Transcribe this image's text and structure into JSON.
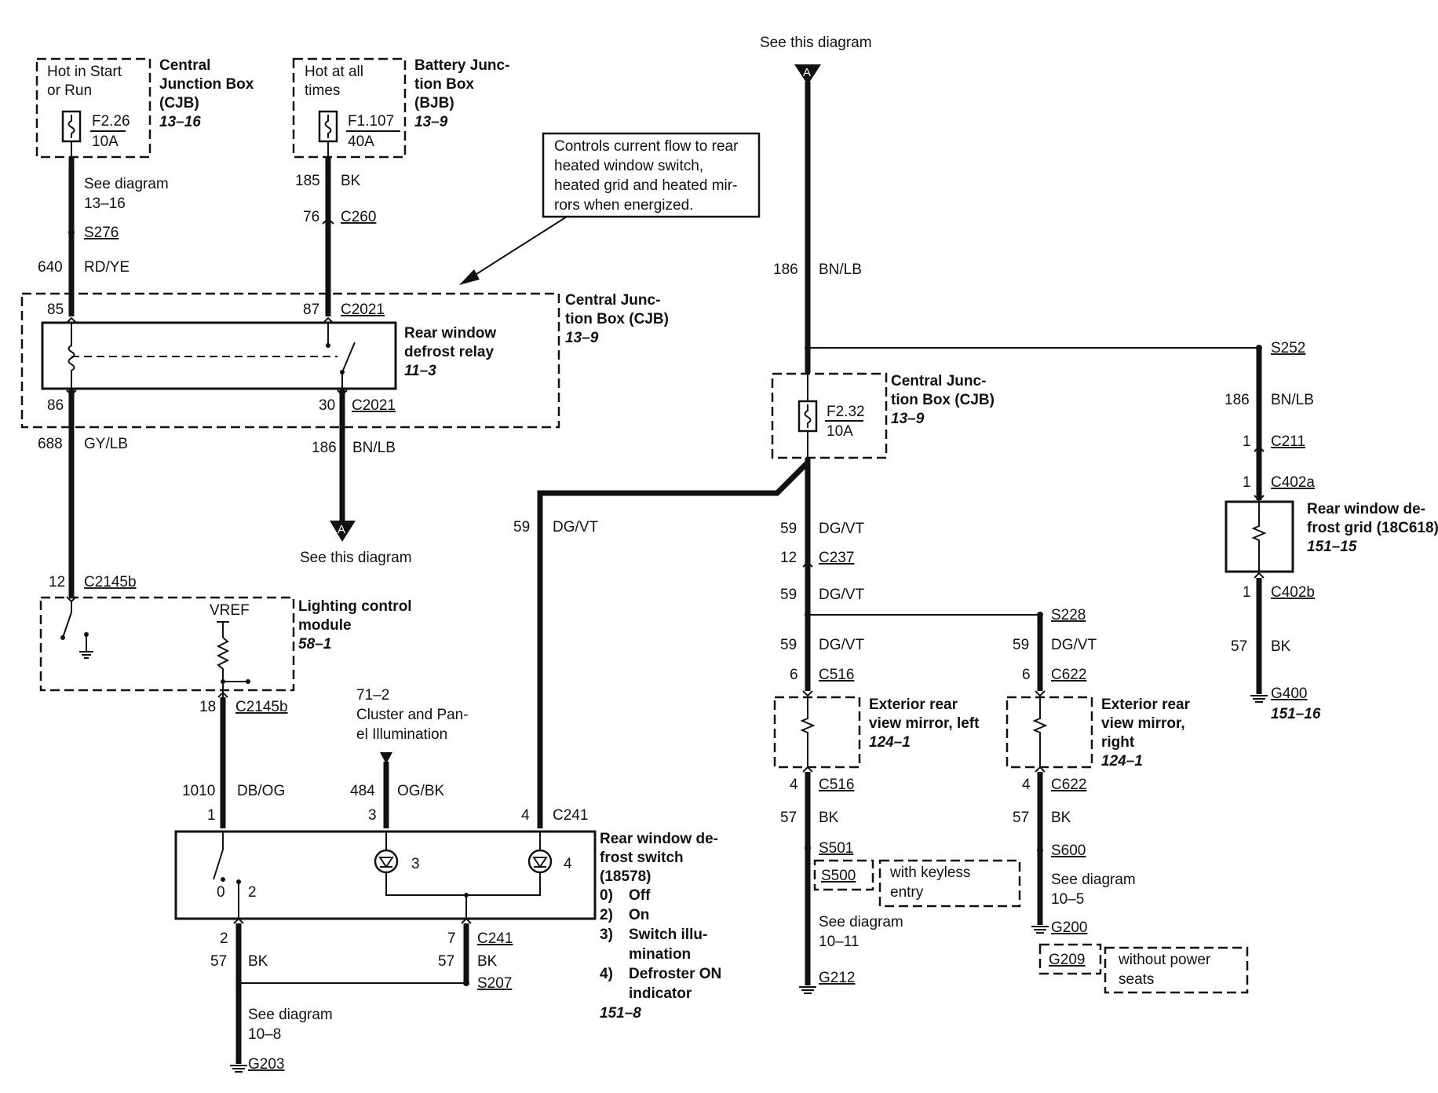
{
  "cjb_fuse_box": {
    "hot_text": [
      "Hot in Start",
      "or Run"
    ],
    "title": [
      "Central",
      "Junction Box",
      "(CJB)"
    ],
    "ref": "13–16",
    "fuse_id": "F2.26",
    "fuse_rating": "10A"
  },
  "bjb_fuse_box": {
    "hot_text": [
      "Hot at all",
      "times"
    ],
    "title": [
      "Battery Junc-",
      "tion Box",
      "(BJB)"
    ],
    "ref": "13–9",
    "fuse_id": "F1.107",
    "fuse_rating": "40A"
  },
  "note_callout": [
    "Controls current flow to rear",
    "heated window switch,",
    "heated grid and heated mir-",
    "rors when energized."
  ],
  "left_wire_labels": {
    "see_diagram": [
      "See diagram",
      "13–16"
    ],
    "s276": "S276",
    "w640": "640",
    "rdye": "RD/YE",
    "w185": "185",
    "bk1": "BK",
    "w76": "76",
    "c260": "C260"
  },
  "relay_box": {
    "title": [
      "Central Junc-",
      "tion Box (CJB)"
    ],
    "ref": "13–9",
    "relay_title": [
      "Rear window",
      "defrost relay"
    ],
    "relay_ref": "11–3",
    "pin85": "85",
    "pin87": "87",
    "c2021_top": "C2021",
    "pin86": "86",
    "pin30": "30",
    "c2021_bot": "C2021"
  },
  "relay_outputs": {
    "w688": "688",
    "gylb": "GY/LB",
    "w186": "186",
    "bnlb": "BN/LB",
    "connector_a": "A",
    "see_this": "See this diagram"
  },
  "lighting_module": {
    "pin12": "12",
    "c2145b_top": "C2145b",
    "vref": "VREF",
    "title": [
      "Lighting control",
      "module"
    ],
    "ref": "58–1",
    "pin18": "18",
    "c2145b_bot": "C2145b"
  },
  "switch_inputs": {
    "w1010": "1010",
    "dbog": "DB/OG",
    "pin1": "1",
    "illum_ref": "71–2",
    "illum_text": [
      "Cluster and Pan-",
      "el Illumination"
    ],
    "w484": "484",
    "ogbk": "OG/BK",
    "pin3": "3",
    "w59": "59",
    "dgvt": "DG/VT",
    "pin4": "4",
    "c241": "C241"
  },
  "defrost_switch": {
    "title": [
      "Rear window de-",
      "frost switch",
      "(18578)"
    ],
    "legend": [
      {
        "n": "0)",
        "t": "Off"
      },
      {
        "n": "2)",
        "t": "On"
      },
      {
        "n": "3)",
        "t": "Switch illu-"
      },
      {
        "n": "",
        "t": "mination"
      },
      {
        "n": "4)",
        "t": "Defroster ON"
      },
      {
        "n": "",
        "t": "indicator"
      }
    ],
    "ref": "151–8",
    "pos0": "0",
    "pos2": "2",
    "lamp3": "3",
    "lamp4": "4"
  },
  "switch_grounds": {
    "pin2": "2",
    "w57a": "57",
    "bk_a": "BK",
    "see_diagram": [
      "See diagram",
      "10–8"
    ],
    "g203": "G203",
    "pin7": "7",
    "c241": "C241",
    "w57b": "57",
    "bk_b": "BK",
    "s207": "S207"
  },
  "right_feed": {
    "see_this": "See this diagram",
    "connector_a": "A",
    "w186": "186",
    "bnlb": "BN/LB",
    "s252": "S252"
  },
  "cjb_f232": {
    "fuse_id": "F2.32",
    "fuse_rating": "10A",
    "title": [
      "Central Junc-",
      "tion Box (CJB)"
    ],
    "ref": "13–9"
  },
  "mirror_feed": {
    "w59a": "59",
    "dgvt_a": "DG/VT",
    "w12": "12",
    "c237": "C237",
    "w59b": "59",
    "dgvt_b": "DG/VT",
    "w59c": "59",
    "dgvt_c": "DG/VT",
    "w6": "6",
    "c516": "C516",
    "s228": "S228",
    "w59d": "59",
    "dgvt_d": "DG/VT",
    "w6b": "6",
    "c622": "C622"
  },
  "mirror_left": {
    "title": [
      "Exterior rear",
      "view mirror, left"
    ],
    "ref": "124–1",
    "pin4": "4",
    "c516": "C516",
    "w57": "57",
    "bk": "BK",
    "s501": "S501",
    "s500": "S500",
    "keyless": [
      "with keyless",
      "entry"
    ],
    "see_diagram": [
      "See diagram",
      "10–11"
    ],
    "g212": "G212"
  },
  "mirror_right": {
    "title": [
      "Exterior rear",
      "view mirror,",
      "right"
    ],
    "ref": "124–1",
    "pin4": "4",
    "c622": "C622",
    "w57": "57",
    "bk": "BK",
    "s600": "S600",
    "see_diagram": [
      "See diagram",
      "10–5"
    ],
    "g200": "G200",
    "g209": "G209",
    "no_power_seats": [
      "without power",
      "seats"
    ]
  },
  "grid_branch": {
    "w186": "186",
    "bnlb": "BN/LB",
    "pin1a": "1",
    "c211": "C211",
    "pin1b": "1",
    "c402a": "C402a",
    "title": [
      "Rear window de-",
      "frost grid (18C618)"
    ],
    "ref": "151–15",
    "pin1c": "1",
    "c402b": "C402b",
    "w57": "57",
    "bk": "BK",
    "g400": "G400",
    "g400_ref": "151–16"
  }
}
